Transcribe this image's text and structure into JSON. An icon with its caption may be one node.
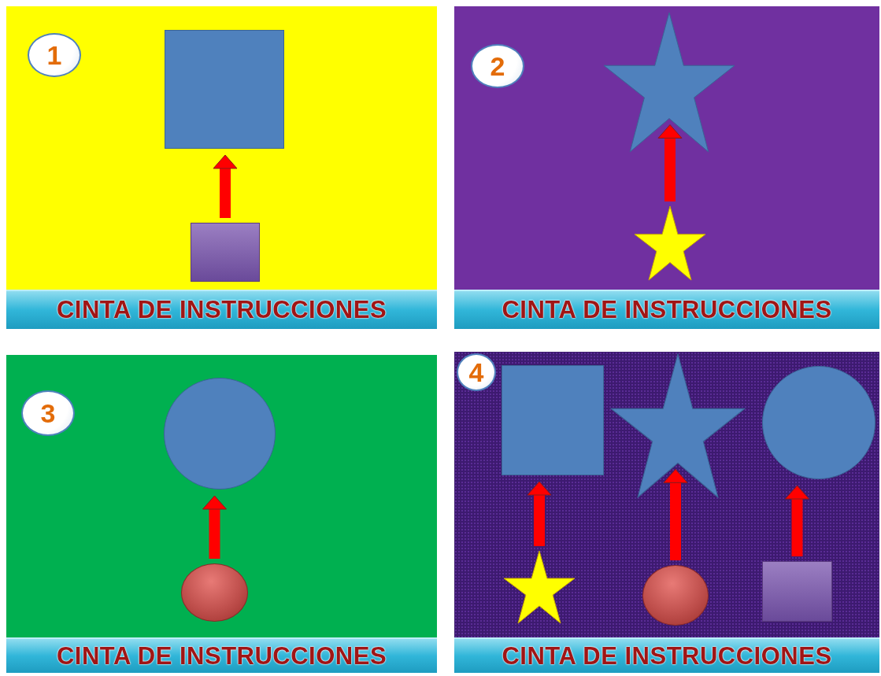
{
  "diagram": {
    "nodes": [
      {
        "text": [],
        "shape": "box"
      },
      {
        "text": [
          "1"
        ],
        "in": 0
      },
      {
        "text": [],
        "shape": "box",
        "in": 0
      },
      {
        "text": [],
        "shape": "box",
        "in": 0
      },
      {
        "text": [
          "CINTA DE INSTRUCCIONES"
        ],
        "in": 0
      },
      {
        "text": [],
        "shape": "box"
      },
      {
        "text": [
          "2"
        ],
        "in": 5
      },
      {
        "text": [],
        "shape": "star",
        "in": 5
      },
      {
        "text": [],
        "shape": "star",
        "in": 5
      },
      {
        "text": [
          "CINTA DE INSTRUCCIONES"
        ],
        "in": 5
      },
      {
        "text": [],
        "shape": "box"
      },
      {
        "text": [
          "3"
        ],
        "in": 10
      },
      {
        "text": [],
        "shape": "circle",
        "in": 10
      },
      {
        "text": [],
        "shape": "ellipse",
        "in": 10
      },
      {
        "text": [
          "CINTA DE INSTRUCCIONES"
        ],
        "in": 10
      },
      {
        "text": [],
        "shape": "box"
      },
      {
        "text": [
          "4"
        ],
        "in": 15
      },
      {
        "text": [],
        "shape": "box",
        "in": 15
      },
      {
        "text": [],
        "shape": "star",
        "in": 15
      },
      {
        "text": [],
        "shape": "circle",
        "in": 15
      },
      {
        "text": [],
        "shape": "star",
        "in": 15
      },
      {
        "text": [],
        "shape": "ellipse",
        "in": 15
      },
      {
        "text": [],
        "shape": "box",
        "in": 15
      },
      {
        "text": [
          "CINTA DE INSTRUCCIONES"
        ],
        "in": 15
      }
    ],
    "edges": [
      {
        "from": 3,
        "to": 2,
        "arrow": "to"
      },
      {
        "from": 8,
        "to": 7,
        "arrow": "to"
      },
      {
        "from": 13,
        "to": 12,
        "arrow": "to"
      },
      {
        "from": 20,
        "to": 17,
        "arrow": "to"
      },
      {
        "from": 21,
        "to": 18,
        "arrow": "to"
      },
      {
        "from": 22,
        "to": 19,
        "arrow": "to"
      }
    ]
  }
}
